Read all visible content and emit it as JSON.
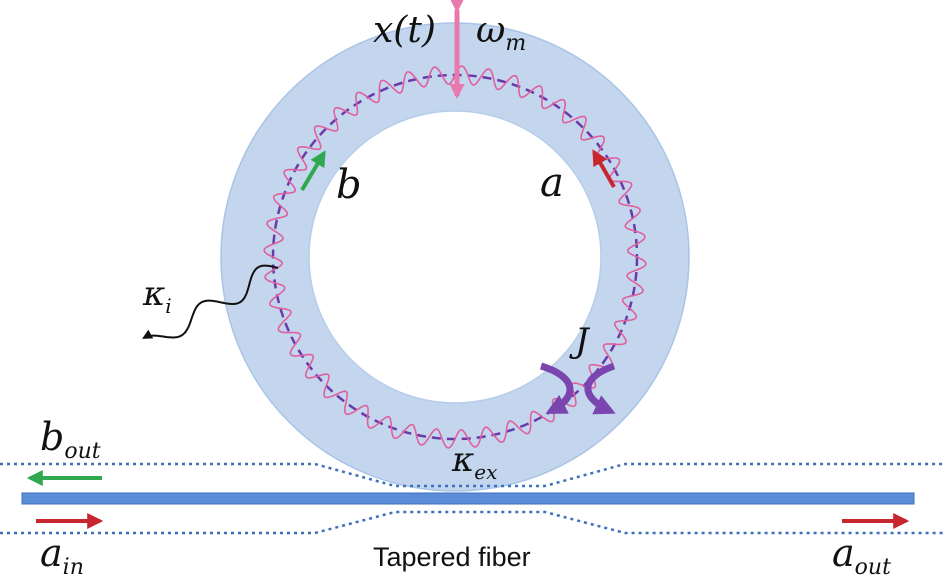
{
  "labels": {
    "displacement": "x(t)",
    "mech_freq": "ω",
    "mech_freq_sub": "m",
    "mode_b": "b",
    "mode_a": "a",
    "kappa_i": "κ",
    "kappa_i_sub": "i",
    "coupling": "J",
    "kappa_ex": "κ",
    "kappa_ex_sub": "ex",
    "b_out": "b",
    "b_out_sub": "out",
    "a_in": "a",
    "a_in_sub": "in",
    "a_out": "a",
    "a_out_sub": "out",
    "fiber": "Tapered fiber"
  },
  "colors": {
    "ring": "#c3d6ee",
    "ring_edge": "#a9c4e6",
    "mode_dashed": "#6a3aa8",
    "wave": "#e0609f",
    "pink_arrow": "#e879ac",
    "red_arrow": "#c8262e",
    "green_arrow": "#2fa84f",
    "fiber_core": "#5b8ed6",
    "fiber_dotted": "#3d6fc0",
    "coupler": "#7b45b0"
  }
}
